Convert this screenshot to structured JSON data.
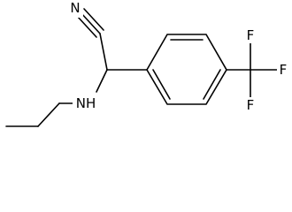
{
  "molecule": {
    "atoms": {
      "nitrile_n": "N",
      "amine_nh": "NH",
      "f_top": "F",
      "f_right": "F",
      "f_bottom": "F"
    }
  },
  "colors": {
    "bond": "#000000",
    "label": "#000000",
    "background": "#ffffff"
  }
}
